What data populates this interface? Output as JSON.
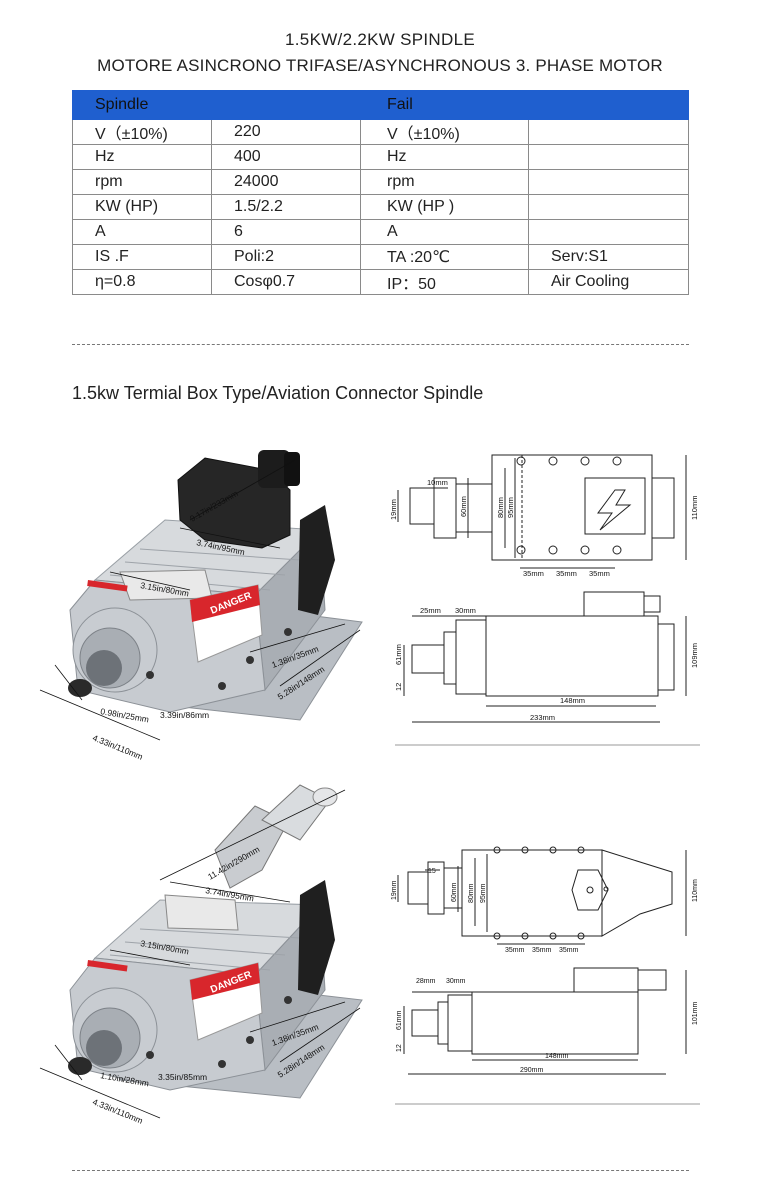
{
  "header": {
    "title": "1.5KW/2.2KW SPINDLE",
    "subtitle": "MOTORE ASINCRONO TRIFASE/ASYNCHRONOUS 3. PHASE MOTOR"
  },
  "spec_table": {
    "headers": [
      "Spindle",
      "",
      "Fail",
      ""
    ],
    "rows": [
      [
        "V（±10%)",
        "220",
        "V（±10%)",
        ""
      ],
      [
        "Hz",
        "400",
        "Hz",
        ""
      ],
      [
        "rpm",
        "24000",
        "rpm",
        ""
      ],
      [
        "KW (HP)",
        "1.5/2.2",
        "KW (HP )",
        ""
      ],
      [
        "A",
        "6",
        "A",
        ""
      ],
      [
        "IS .F",
        "Poli:2",
        "TA :20℃",
        "Serv:S1"
      ],
      [
        "η=0.8",
        "Cosφ0.7",
        "IP：50",
        "Air Cooling"
      ]
    ]
  },
  "section_title": "1.5kw Termial Box Type/Aviation Connector Spindle",
  "photo_top": {
    "dims": [
      "9.17in/233mm",
      "3.74in/95mm",
      "3.15in/80mm",
      "1.38in/35mm",
      "5.28in/148mm",
      "3.39in/86mm",
      "4.33in/110mm",
      "0.98in/25mm"
    ],
    "label": "DANGER"
  },
  "photo_bottom": {
    "dims": [
      "11.42in/290mm",
      "3.74in/95mm",
      "3.15in/80mm",
      "1.38in/35mm",
      "5.28in/148mm",
      "3.35in/85mm",
      "4.33in/110mm",
      "1.10in/28mm"
    ],
    "label": "DANGER"
  },
  "drawing1_top": {
    "labels": [
      "10mm",
      "19mm",
      "60mm",
      "80mm",
      "95mm",
      "110mm",
      "35mm",
      "35mm",
      "35mm"
    ]
  },
  "drawing1_side": {
    "labels": [
      "25mm",
      "30mm",
      "61mm",
      "12",
      "109mm",
      "148mm",
      "233mm"
    ]
  },
  "drawing2_top": {
    "labels": [
      "15",
      "19mm",
      "60mm",
      "80mm",
      "95mm",
      "110mm",
      "35mm",
      "35mm",
      "35mm"
    ]
  },
  "drawing2_side": {
    "labels": [
      "28mm",
      "30mm",
      "61mm",
      "12",
      "101mm",
      "148mm",
      "290mm"
    ]
  },
  "colors": {
    "table_header": "#1f5fcf",
    "danger_red": "#d8262c",
    "body_silver": "#c9cdd2"
  }
}
